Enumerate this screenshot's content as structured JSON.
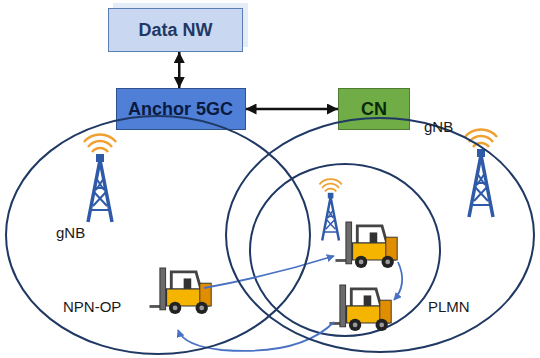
{
  "diagram": {
    "nodes": [
      {
        "text": [
          "Data NW"
        ]
      },
      {
        "text": [
          "Anchor 5GC"
        ]
      },
      {
        "text": [
          "CN"
        ]
      },
      {
        "text": [
          "NPN-OP"
        ]
      },
      {
        "text": [
          "PLMN"
        ]
      }
    ],
    "edges": [
      {
        "from": 0,
        "to": 1,
        "arrow": "both"
      },
      {
        "from": 1,
        "to": 2,
        "arrow": "both"
      }
    ],
    "labels": [
      "gNB",
      "gNB"
    ]
  }
}
